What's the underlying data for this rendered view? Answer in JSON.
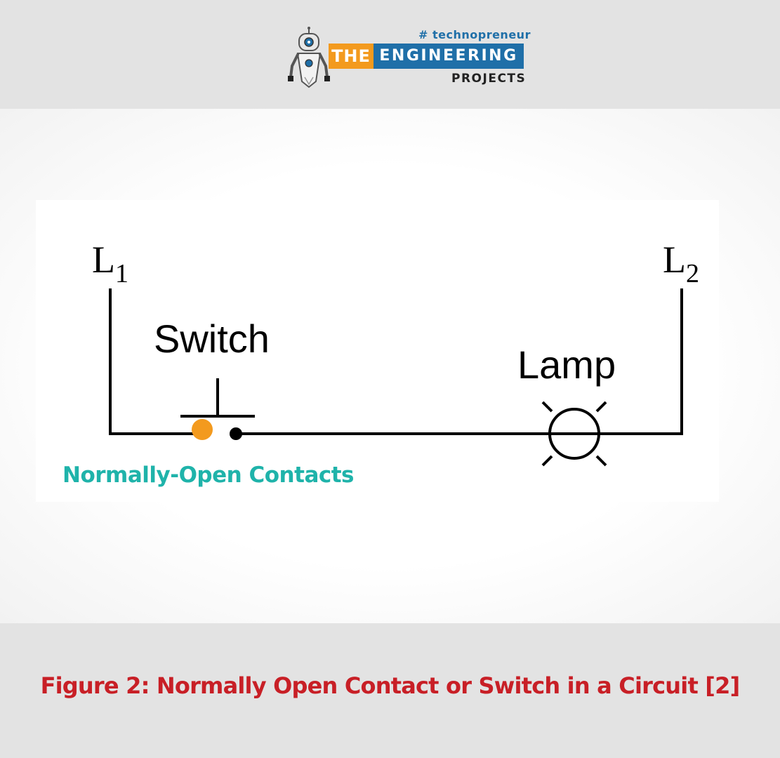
{
  "header": {
    "logo": {
      "hashtag": "# technopreneur",
      "brand_the": "THE",
      "brand_engineering": "ENGINEERING",
      "brand_projects": "PROJECTS",
      "colors": {
        "orange": "#f39a1e",
        "blue": "#1f6fa8",
        "dark": "#222222"
      }
    }
  },
  "diagram": {
    "left_terminal": {
      "letter": "L",
      "subscript": "1"
    },
    "right_terminal": {
      "letter": "L",
      "subscript": "2"
    },
    "switch_label": "Switch",
    "lamp_label": "Lamp",
    "contacts_label": "Normally-Open Contacts",
    "colors": {
      "wire": "#000000",
      "contact_highlight": "#f39a1e",
      "contacts_label": "#1fb3aa"
    }
  },
  "caption": "Figure 2: Normally Open Contact or Switch in a Circuit [2]"
}
